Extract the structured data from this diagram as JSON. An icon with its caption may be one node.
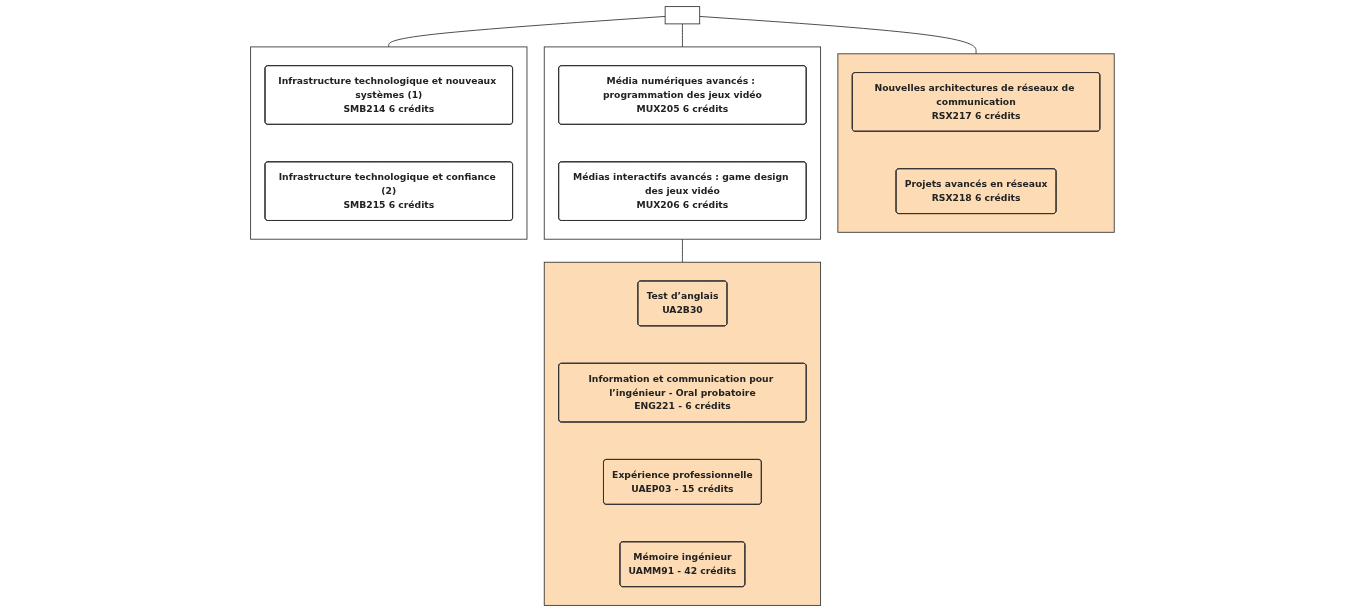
{
  "diagram": {
    "nodes": [
      {
        "text": [],
        "shape": "box"
      },
      {
        "text": [],
        "shape": "box"
      },
      {
        "text": [
          "Nouvelles architectures de réseaux de communication",
          "RSX217 6 crédits"
        ],
        "in": 1
      },
      {
        "text": [
          "Projets avancés en réseaux",
          "RSX218 6 crédits"
        ],
        "in": 1
      },
      {
        "text": [],
        "shape": "box"
      },
      {
        "text": [
          "Média numériques avancés : programmation des jeux vidéo",
          "MUX205 6 crédits"
        ],
        "in": 4
      },
      {
        "text": [
          "Médias interactifs avancés : game design des jeux vidéo",
          "MUX206 6 crédits"
        ],
        "in": 4
      },
      {
        "text": [],
        "shape": "box"
      },
      {
        "text": [
          "Infrastructure technologique et nouveaux systèmes (1)",
          "SMB214 6 crédits"
        ],
        "in": 7
      },
      {
        "text": [
          "Infrastructure technologique et confiance (2)",
          "SMB215 6 crédits"
        ],
        "in": 7
      },
      {
        "text": [],
        "shape": "box"
      },
      {
        "text": [
          "Test d’anglais",
          "UA2B30"
        ],
        "in": 10
      },
      {
        "text": [
          "Information et communication pour l’ingénieur - Oral probatoire",
          "ENG221 - 6 crédits"
        ],
        "in": 10
      },
      {
        "text": [
          "Expérience professionnelle",
          "UAEP03 - 15 crédits"
        ],
        "in": 10
      },
      {
        "text": [
          "Mémoire ingénieur",
          "UAMM91 - 42 crédits"
        ],
        "in": 10
      }
    ],
    "edges": [
      {
        "from": 0,
        "to": 1,
        "arrow": "none"
      },
      {
        "from": 0,
        "to": 4,
        "arrow": "none"
      },
      {
        "from": 0,
        "to": 7,
        "arrow": "none"
      },
      {
        "from": 4,
        "to": 10,
        "arrow": "none"
      }
    ]
  }
}
